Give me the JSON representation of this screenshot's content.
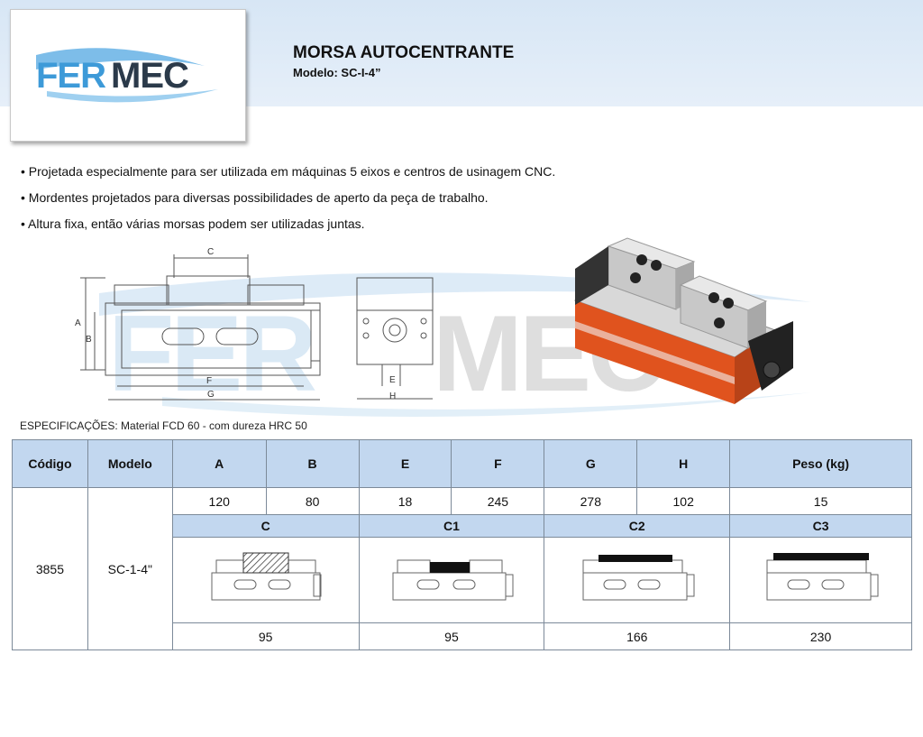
{
  "header": {
    "brand": "FERMEC",
    "title": "MORSA AUTOCENTRANTE",
    "subtitle": "Modelo: SC-I-4”"
  },
  "bullets": [
    "Projetada especialmente para ser utilizada em máquinas 5 eixos e centros de usinagem CNC.",
    "Mordentes projetados para diversas possibilidades de aperto da peça de trabalho.",
    "Altura fixa, então várias morsas podem ser utilizadas juntas."
  ],
  "drawing_labels": {
    "A": "A",
    "B": "B",
    "C": "C",
    "F": "F",
    "G": "G",
    "E": "E",
    "H": "H"
  },
  "specs_caption": "ESPECIFICAÇÕES: Material FCD 60 - com dureza HRC 50",
  "table": {
    "headers": [
      "Código",
      "Modelo",
      "A",
      "B",
      "E",
      "F",
      "G",
      "H",
      "Peso (kg)"
    ],
    "values": [
      "120",
      "80",
      "18",
      "245",
      "278",
      "102",
      "15"
    ],
    "codigo": "3855",
    "modelo": "SC-1-4\"",
    "jaw_headers": [
      "C",
      "C1",
      "C2",
      "C3"
    ],
    "jaw_values": [
      "95",
      "95",
      "166",
      "230"
    ]
  },
  "colors": {
    "header_band": "#dce9f6",
    "table_header": "#c2d7ef",
    "logo_blue": "#3d9ad8",
    "logo_dark": "#2b3a4a",
    "vise_orange": "#e0531e"
  }
}
